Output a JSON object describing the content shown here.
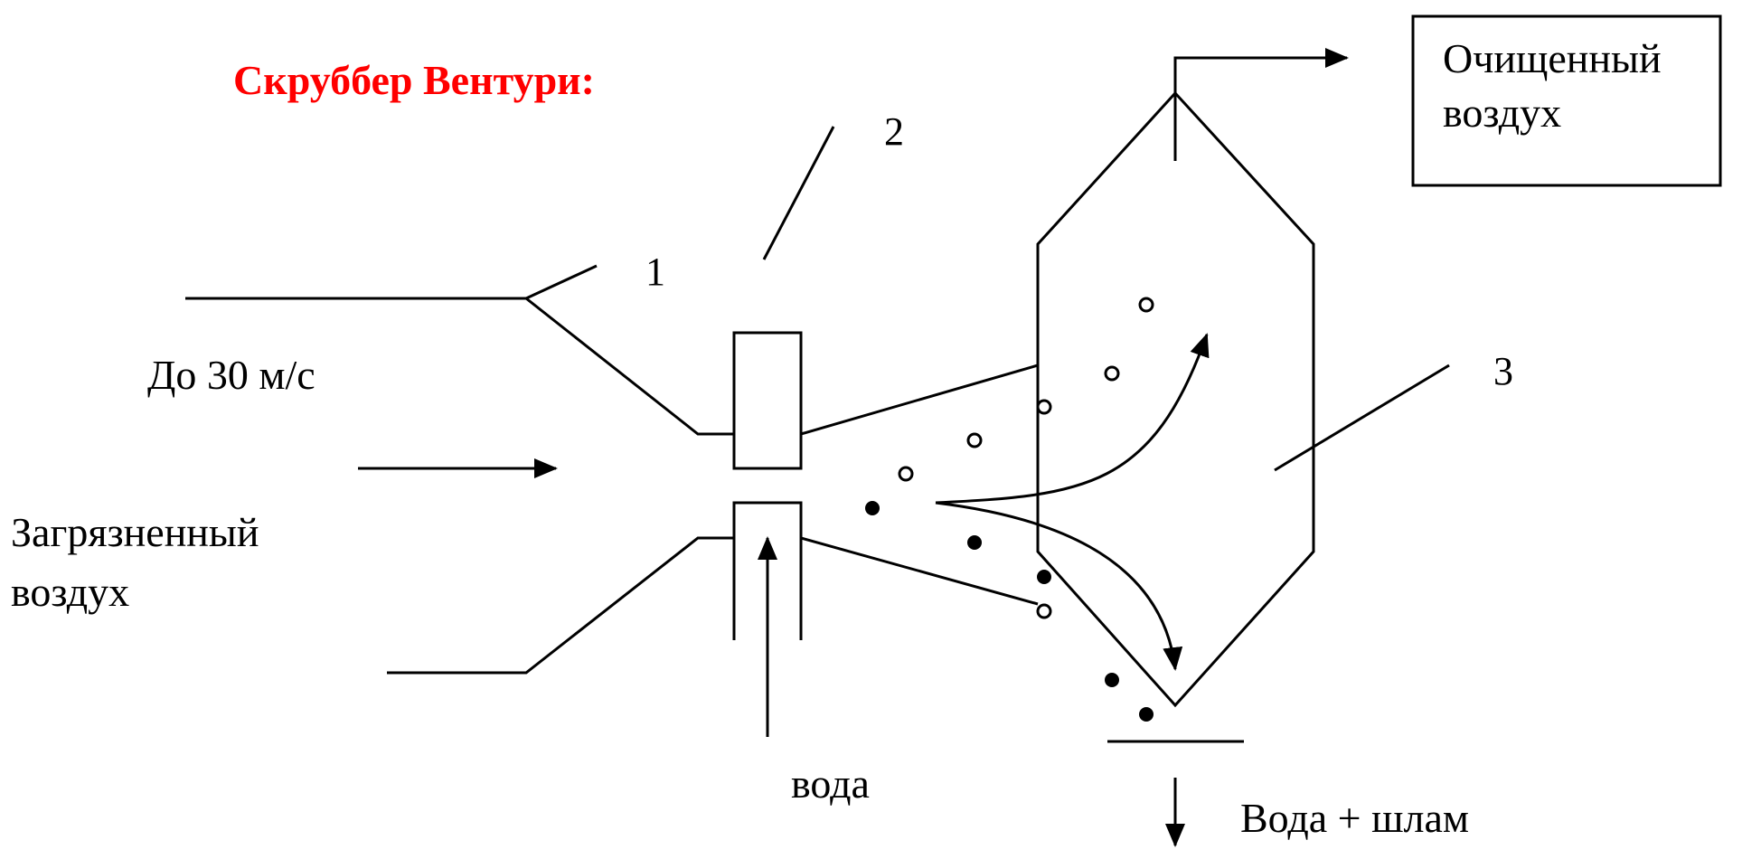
{
  "title": "Скруббер Вентури:",
  "labels": {
    "inlet_speed": "До 30 м/с",
    "dirty_air_line1": "Загрязненный",
    "dirty_air_line2": "воздух",
    "clean_air_line1": "Очищенный",
    "clean_air_line2": "воздух",
    "water": "вода",
    "water_sludge": "Вода + шлам"
  },
  "numbers": {
    "n1": "1",
    "n2": "2",
    "n3": "3"
  },
  "colors": {
    "title": "#ff0000",
    "lines": "#000000",
    "background": "#ffffff"
  }
}
